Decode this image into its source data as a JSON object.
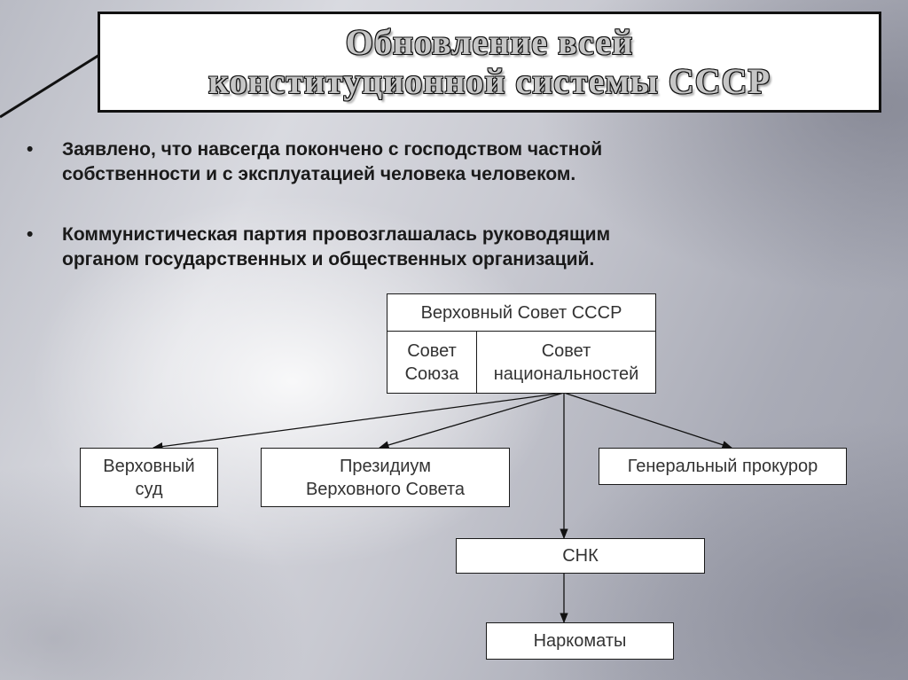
{
  "title": {
    "line1": "Обновление всей",
    "line2": "конституционной системы СССР"
  },
  "bullets": [
    {
      "marker": "•",
      "line1": "Заявлено, что навсегда покончено с господством частной",
      "line2": "собственности и с эксплуатацией человека человеком."
    },
    {
      "marker": "•",
      "line1": "Коммунистическая партия провозглашалась руководящим",
      "line2": "органом государственных и общественных организаций."
    }
  ],
  "diagram": {
    "supreme_soviet": "Верховный Совет СССР",
    "council_union": {
      "line1": "Совет",
      "line2": "Союза"
    },
    "council_nationalities": {
      "line1": "Совет",
      "line2": "национальностей"
    },
    "supreme_court": {
      "line1": "Верховный",
      "line2": "суд"
    },
    "presidium": {
      "line1": "Президиум",
      "line2": "Верховного Совета"
    },
    "prosecutor": "Генеральный прокурор",
    "snk": "СНК",
    "narkomaty": "Наркоматы"
  }
}
